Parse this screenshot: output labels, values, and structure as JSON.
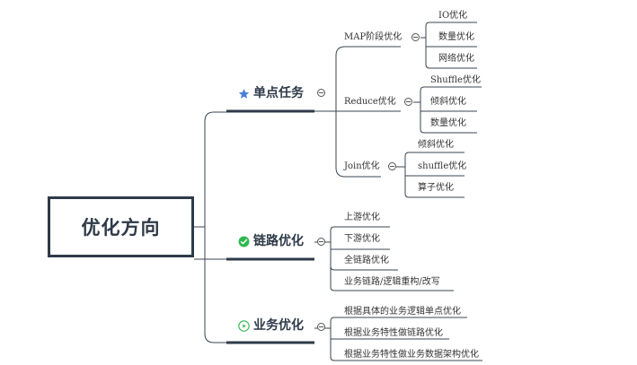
{
  "root": {
    "label": "优化方向"
  },
  "branches": [
    {
      "label": "单点任务",
      "icon": "star-icon",
      "icon_color": "#4a7fd6",
      "children": [
        {
          "label": "MAP阶段优化",
          "leaves": [
            "IO优化",
            "数量优化",
            "网络优化"
          ]
        },
        {
          "label": "Reduce优化",
          "leaves": [
            "Shuffle优化",
            "倾斜优化",
            "数量优化"
          ]
        },
        {
          "label": "Join优化",
          "leaves": [
            "倾斜优化",
            "shuffle优化",
            "算子优化"
          ]
        }
      ]
    },
    {
      "label": "链路优化",
      "icon": "check-circle-icon",
      "icon_color": "#2fb84f",
      "children": [
        "上游优化",
        "下游优化",
        "全链路优化",
        "业务链路/逻辑重构/改写"
      ]
    },
    {
      "label": "业务优化",
      "icon": "play-circle-icon",
      "icon_color": "#2fb84f",
      "children": [
        "根据具体的业务逻辑单点优化",
        "根据业务特性做链路优化",
        "根据业务特性做业务数据架构优化"
      ]
    }
  ],
  "colors": {
    "line": "#3a4450",
    "branch_underline": "#2e3a48"
  }
}
